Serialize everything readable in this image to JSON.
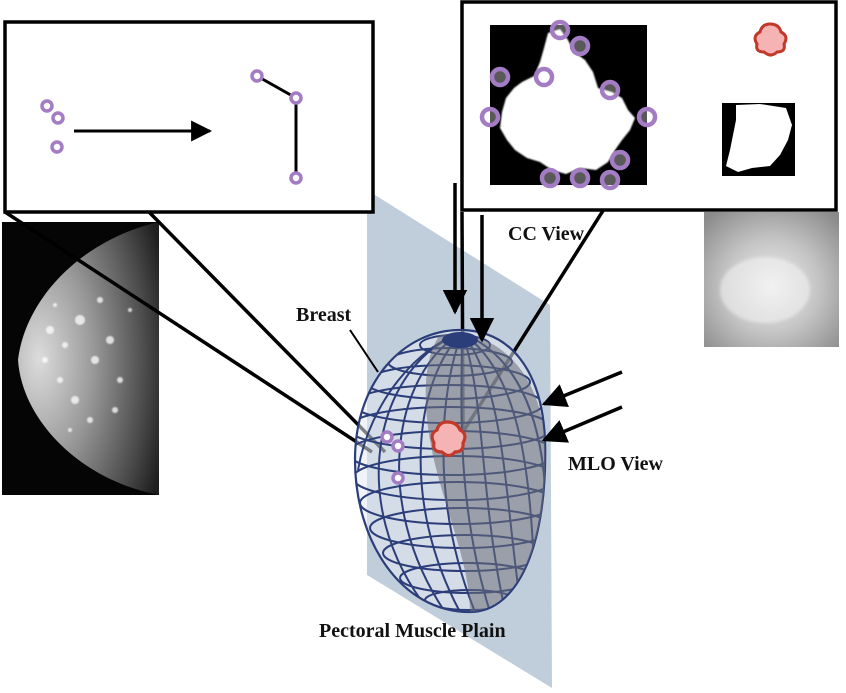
{
  "labels": {
    "breast": "Breast",
    "cc_view": "CC View",
    "mlo_view": "MLO View",
    "pectoral_plane": "Pectoral Muscle Plain"
  },
  "colors": {
    "calcification": "#a37cc4",
    "mass_outline": "#c0392b",
    "mass_fill": "#f6b3b3",
    "plane": "#aebfd0",
    "mesh": "#2c3e7a"
  },
  "icons": [
    "mammogram-image",
    "mass-patch-image",
    "segmentation-mask-image",
    "calcification-marker",
    "mass-marker"
  ]
}
